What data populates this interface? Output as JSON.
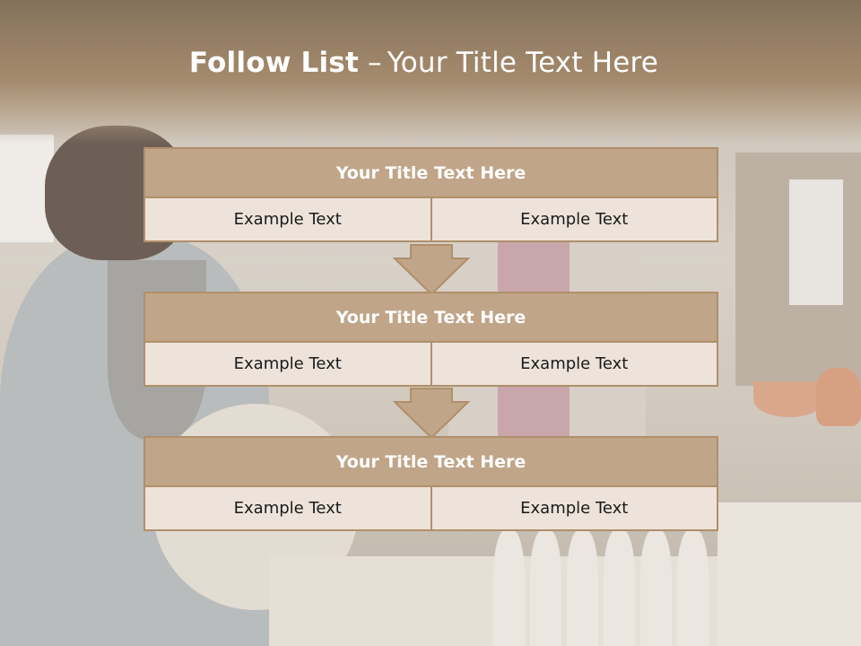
{
  "slide": {
    "title_bold": "Follow List",
    "title_dash": "–",
    "title_rest": "Your Title Text Here"
  },
  "blocks": [
    {
      "title": "Your Title Text Here",
      "left": "Example Text",
      "right": "Example Text"
    },
    {
      "title": "Your Title Text Here",
      "left": "Example Text",
      "right": "Example Text"
    },
    {
      "title": "Your Title Text Here",
      "left": "Example Text",
      "right": "Example Text"
    }
  ],
  "colors": {
    "header_fill": "#c0a588",
    "border": "#b08f6a",
    "cell_fill": "#ede3da",
    "top_band": "#85725c"
  },
  "icons": [
    "down-arrow-icon",
    "down-arrow-icon"
  ]
}
